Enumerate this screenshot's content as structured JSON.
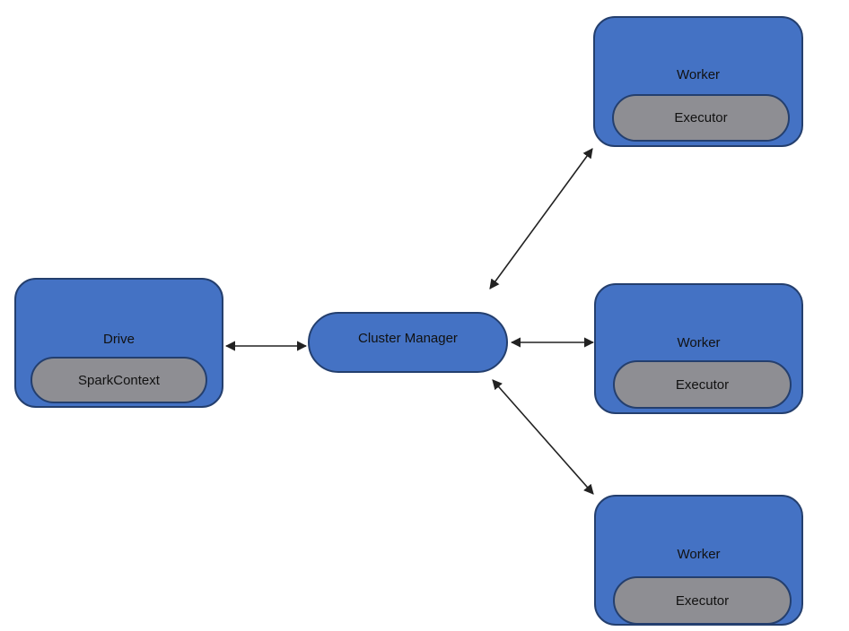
{
  "colors": {
    "node_fill": "#4472c4",
    "component_fill": "#8e8e93",
    "border": "#243f6e",
    "arrow": "#222222"
  },
  "driver": {
    "title": "Drive",
    "component": "SparkContext"
  },
  "cluster_manager": {
    "title": "Cluster Manager"
  },
  "workers": [
    {
      "title": "Worker",
      "component": "Executor"
    },
    {
      "title": "Worker",
      "component": "Executor"
    },
    {
      "title": "Worker",
      "component": "Executor"
    }
  ]
}
